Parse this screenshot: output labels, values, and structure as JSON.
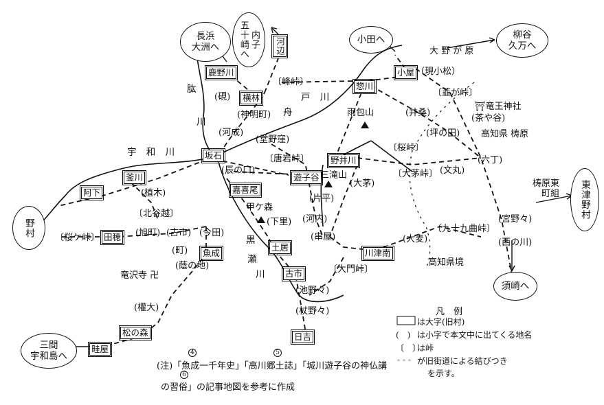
{
  "ovals": {
    "nagahama": "長浜\n大洲へ",
    "uchiko": "内子\n五十崎へ",
    "oda": "小田へ",
    "yanadani": "柳谷\n久万へ",
    "nomura": "野村",
    "mima": "三間\n宇和島へ",
    "susaki": "須崎へ",
    "higashitsuno": "東津野村"
  },
  "boxed": {
    "kobe": "河辺",
    "kanogawa": "鹿野川",
    "yokobayashi": "横林",
    "sogawa": "惣川",
    "koya": "小屋",
    "sakaishi": "坂石",
    "kamagawa": "釜川",
    "ashita": "阿下",
    "noikawa": "野井川",
    "yusuzaka": "遊子谷",
    "kakio": "嘉喜尾",
    "taho": "田穂",
    "uona": "魚成",
    "doi": "土居",
    "furuichi": "古市",
    "kawazuminami": "川津南",
    "hiyoshi": "日吉",
    "matsunomori": "松の森",
    "uneya": "畦屋"
  },
  "places": {
    "ono_ga_hara": "大 野 が 原",
    "genkomatsu": "（現小松）",
    "nirogatoge": "〔韮が峠〕",
    "ryuo_shrine": "⛩竜王神社",
    "chayadani": "(茶や谷)",
    "kochi_yusuhara": "高知県  梼原",
    "minetoge": "〔峰峠〕",
    "kan": "(硯)",
    "shinmeicho": "(神明町)",
    "kawanari": "(河成)",
    "donokubo": "(堂野窪)",
    "karaiwatoge": "〔唐岩峠〕",
    "isou": "(井桑)",
    "tsubonota": "(坪の田)",
    "sakuratoge": "〔桜峠〕",
    "rokucho": "(六丁)",
    "tatsunokuchi": "(辰の口)",
    "ogayatoge": "〔大茅峠〕",
    "bunmaru": "(文丸)",
    "okaya": "(大茅)",
    "katahira": "(片平)",
    "kouchi": "(河内)",
    "shimozato": "(下里)",
    "kushiya": "(串屋)",
    "uegi": "(植木)",
    "kitadanigoe": "〔北谷越〕",
    "sakuragatoge": "〔桜ケ峠〕",
    "asahimachi": "(旭町)",
    "furuichi2": "(古市)",
    "imada": "(今田)",
    "machi": "(町)",
    "kagenochi": "(蔭の地)",
    "ryutakuji": "竜沢寺 卍",
    "gondai": "(權大)",
    "omontoge": "〔大門峠〕",
    "ikenoya": "(池野々)",
    "edanoya": "(杖野々)",
    "omugi": "(大麦)",
    "kujukumagari": "〔九十九曲峠〕",
    "kochi_border": "高知県境",
    "miyanono": "(宮野々)",
    "nishinokawa": "(西の川)",
    "yusuhara_higashi": "梼原東\n町組",
    "amatsutsumi": "雨包山",
    "sanryozan": "三滝山",
    "kogamori": "甲ケ森"
  },
  "rivers": {
    "hiji": "肱",
    "hiji2": "川",
    "uwa": "宇 和 川",
    "funato": "舟",
    "funato2": "戸 川",
    "kurose": "黒",
    "kurose2": "瀬",
    "kurose3": "川"
  },
  "note": {
    "line1": "(注)「魚成一千年史」「高川郷土誌」「城川遊子谷の神仏講",
    "line2": "の習俗」の記事地図を参考に作成",
    "n4": "4",
    "n5": "5",
    "n6": "6"
  },
  "legend": {
    "title": "凡　例",
    "box": "は大字(旧村)",
    "paren": "は小字で本文中に出てくる地名",
    "bracket": "は峠",
    "dash": "が旧街道による結びつき",
    "dash2": "を示す。",
    "paren_sym": "(　)",
    "bracket_sym": "〔　〕",
    "dash_sym": "- - -"
  }
}
